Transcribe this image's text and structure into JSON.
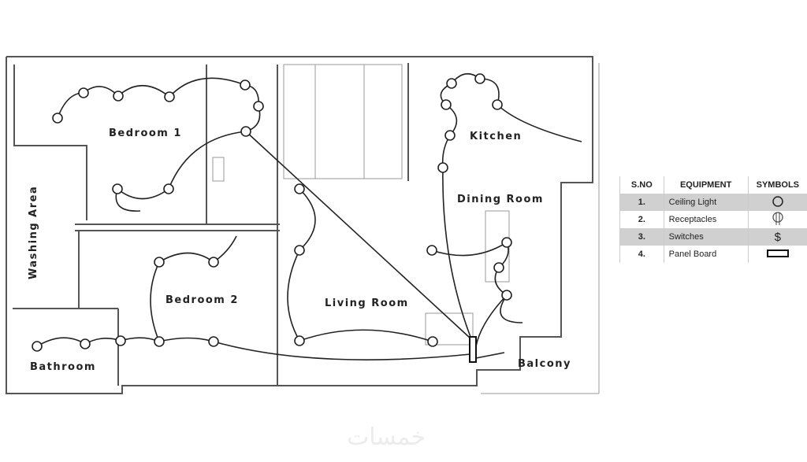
{
  "rooms": {
    "bedroom1": "Bedroom 1",
    "bedroom2": "Bedroom 2",
    "washing": "Washing Area",
    "bathroom": "Bathroom",
    "living": "Living Room",
    "kitchen": "Kitchen",
    "dining": "Dining Room",
    "balcony": "Balcony"
  },
  "legend": {
    "headers": [
      "S.NO",
      "EQUIPMENT",
      "SYMBOLS"
    ],
    "rows": [
      {
        "no": "1.",
        "equipment": "Ceiling Light",
        "symbol": "circle"
      },
      {
        "no": "2.",
        "equipment": "Receptacles",
        "symbol": "receptacle"
      },
      {
        "no": "3.",
        "equipment": "Switches",
        "symbol": "$"
      },
      {
        "no": "4.",
        "equipment": "Panel Board",
        "symbol": "rectangle"
      }
    ]
  },
  "watermark": "خمسات"
}
